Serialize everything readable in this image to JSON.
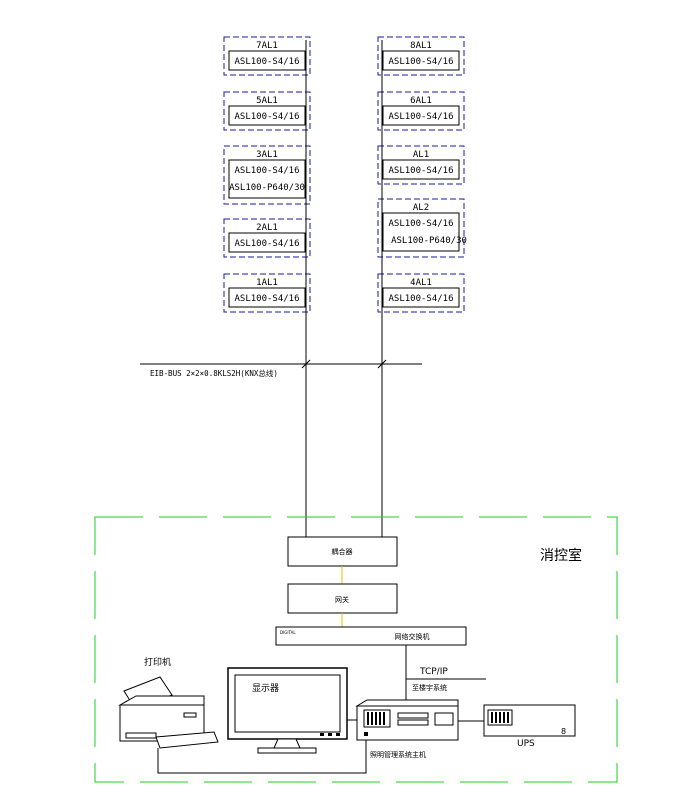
{
  "left_panels": [
    {
      "name": "7AL1",
      "models": [
        "ASL100-S4/16"
      ]
    },
    {
      "name": "5AL1",
      "models": [
        "ASL100-S4/16"
      ]
    },
    {
      "name": "3AL1",
      "models": [
        "ASL100-S4/16",
        "ASL100-P640/30"
      ]
    },
    {
      "name": "2AL1",
      "models": [
        "ASL100-S4/16"
      ]
    },
    {
      "name": "1AL1",
      "models": [
        "ASL100-S4/16"
      ]
    }
  ],
  "right_panels": [
    {
      "name": "8AL1",
      "models": [
        "ASL100-S4/16"
      ]
    },
    {
      "name": "6AL1",
      "models": [
        "ASL100-S4/16"
      ]
    },
    {
      "name": "AL1",
      "models": [
        "ASL100-S4/16"
      ]
    },
    {
      "name": "AL2",
      "models": [
        "ASL100-S4/16",
        "ASL100-P640/30"
      ]
    },
    {
      "name": "4AL1",
      "models": [
        "ASL100-S4/16"
      ]
    }
  ],
  "bus_label": "EIB-BUS 2×2×0.8KLS2H(KNX总线)",
  "room_label": "消控室",
  "coupler_label": "耦合器",
  "gateway_label": "网关",
  "switch_label": "网络交换机",
  "switch_tag": "DIGITAL",
  "tcpip_label": "TCP/IP",
  "ethernet_label": "至楼宇系统",
  "printer_label": "打印机",
  "monitor_label": "显示器",
  "host_label": "照明管理系统主机",
  "ups_label": "UPS",
  "ups_digit": "8"
}
